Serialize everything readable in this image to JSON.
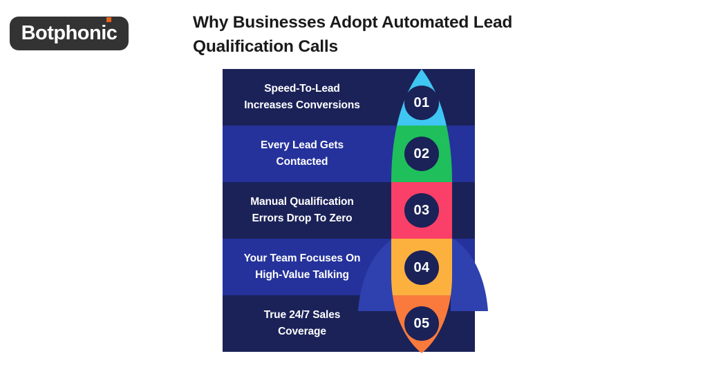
{
  "brand": {
    "logo_text": "Botphonic",
    "logo_bg": "#333333",
    "logo_dot_color": "#E8641A",
    "logo_text_color": "#FFFFFF"
  },
  "header": {
    "title_line_1": "Why Businesses Adopt Automated Lead",
    "title_line_2": "Qualification Calls",
    "title_color": "#1A1A1A"
  },
  "infographic": {
    "type": "rocket-list",
    "panel_colors": {
      "dark": "#1B2258",
      "light": "#25329B"
    },
    "badge_bg": "#1B2258",
    "badge_text_color": "#FFFFFF",
    "fin_color": "#2F41AE",
    "steps": [
      {
        "number": "01",
        "label_line_1": "Speed-To-Lead",
        "label_line_2": "Increases Conversions",
        "segment_color": "#3FC6F2",
        "band_color": "#1B2258"
      },
      {
        "number": "02",
        "label_line_1": "Every Lead Gets",
        "label_line_2": "Contacted",
        "segment_color": "#1FBF5C",
        "band_color": "#25329B"
      },
      {
        "number": "03",
        "label_line_1": "Manual Qualification",
        "label_line_2": "Errors Drop To Zero",
        "segment_color": "#FA3F68",
        "band_color": "#1B2258"
      },
      {
        "number": "04",
        "label_line_1": "Your Team Focuses On",
        "label_line_2": "High-Value Talking",
        "segment_color": "#FCB13F",
        "band_color": "#25329B"
      },
      {
        "number": "05",
        "label_line_1": "True 24/7 Sales",
        "label_line_2": "Coverage",
        "segment_color": "#F97A3C",
        "band_color": "#1B2258"
      }
    ]
  }
}
